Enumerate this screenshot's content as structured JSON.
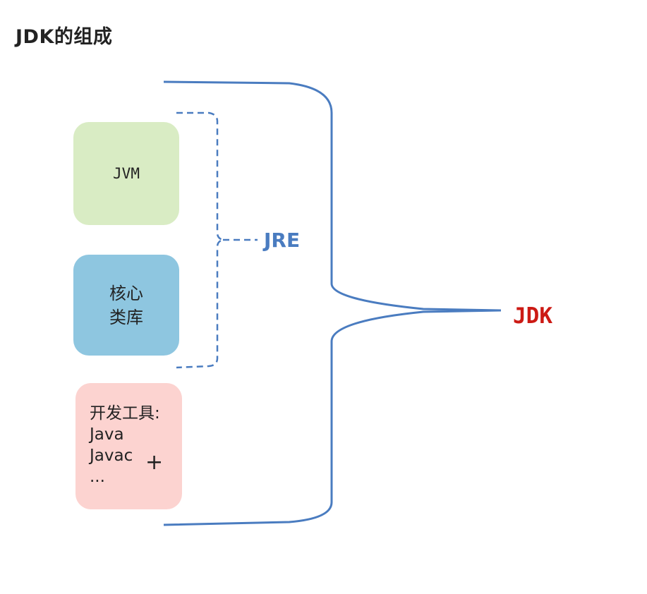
{
  "title": "JDK的组成",
  "components": {
    "jvm": {
      "label": "JVM",
      "color": "#d9ecc4"
    },
    "core_library": {
      "lines": [
        "核心",
        "类库"
      ],
      "color": "#8ec6e0"
    },
    "dev_tools": {
      "lines": [
        "开发工具:",
        "Java",
        "Javac",
        "..."
      ],
      "color": "#fcd3d0"
    }
  },
  "plus_sign": "+",
  "groups": {
    "jre": {
      "label": "JRE",
      "color": "#4a7cc0",
      "includes": [
        "JVM",
        "核心类库"
      ]
    },
    "jdk": {
      "label": "JDK",
      "color": "#cc1a14",
      "includes": [
        "JRE",
        "开发工具"
      ]
    }
  },
  "brace_color": "#4a7cc0"
}
